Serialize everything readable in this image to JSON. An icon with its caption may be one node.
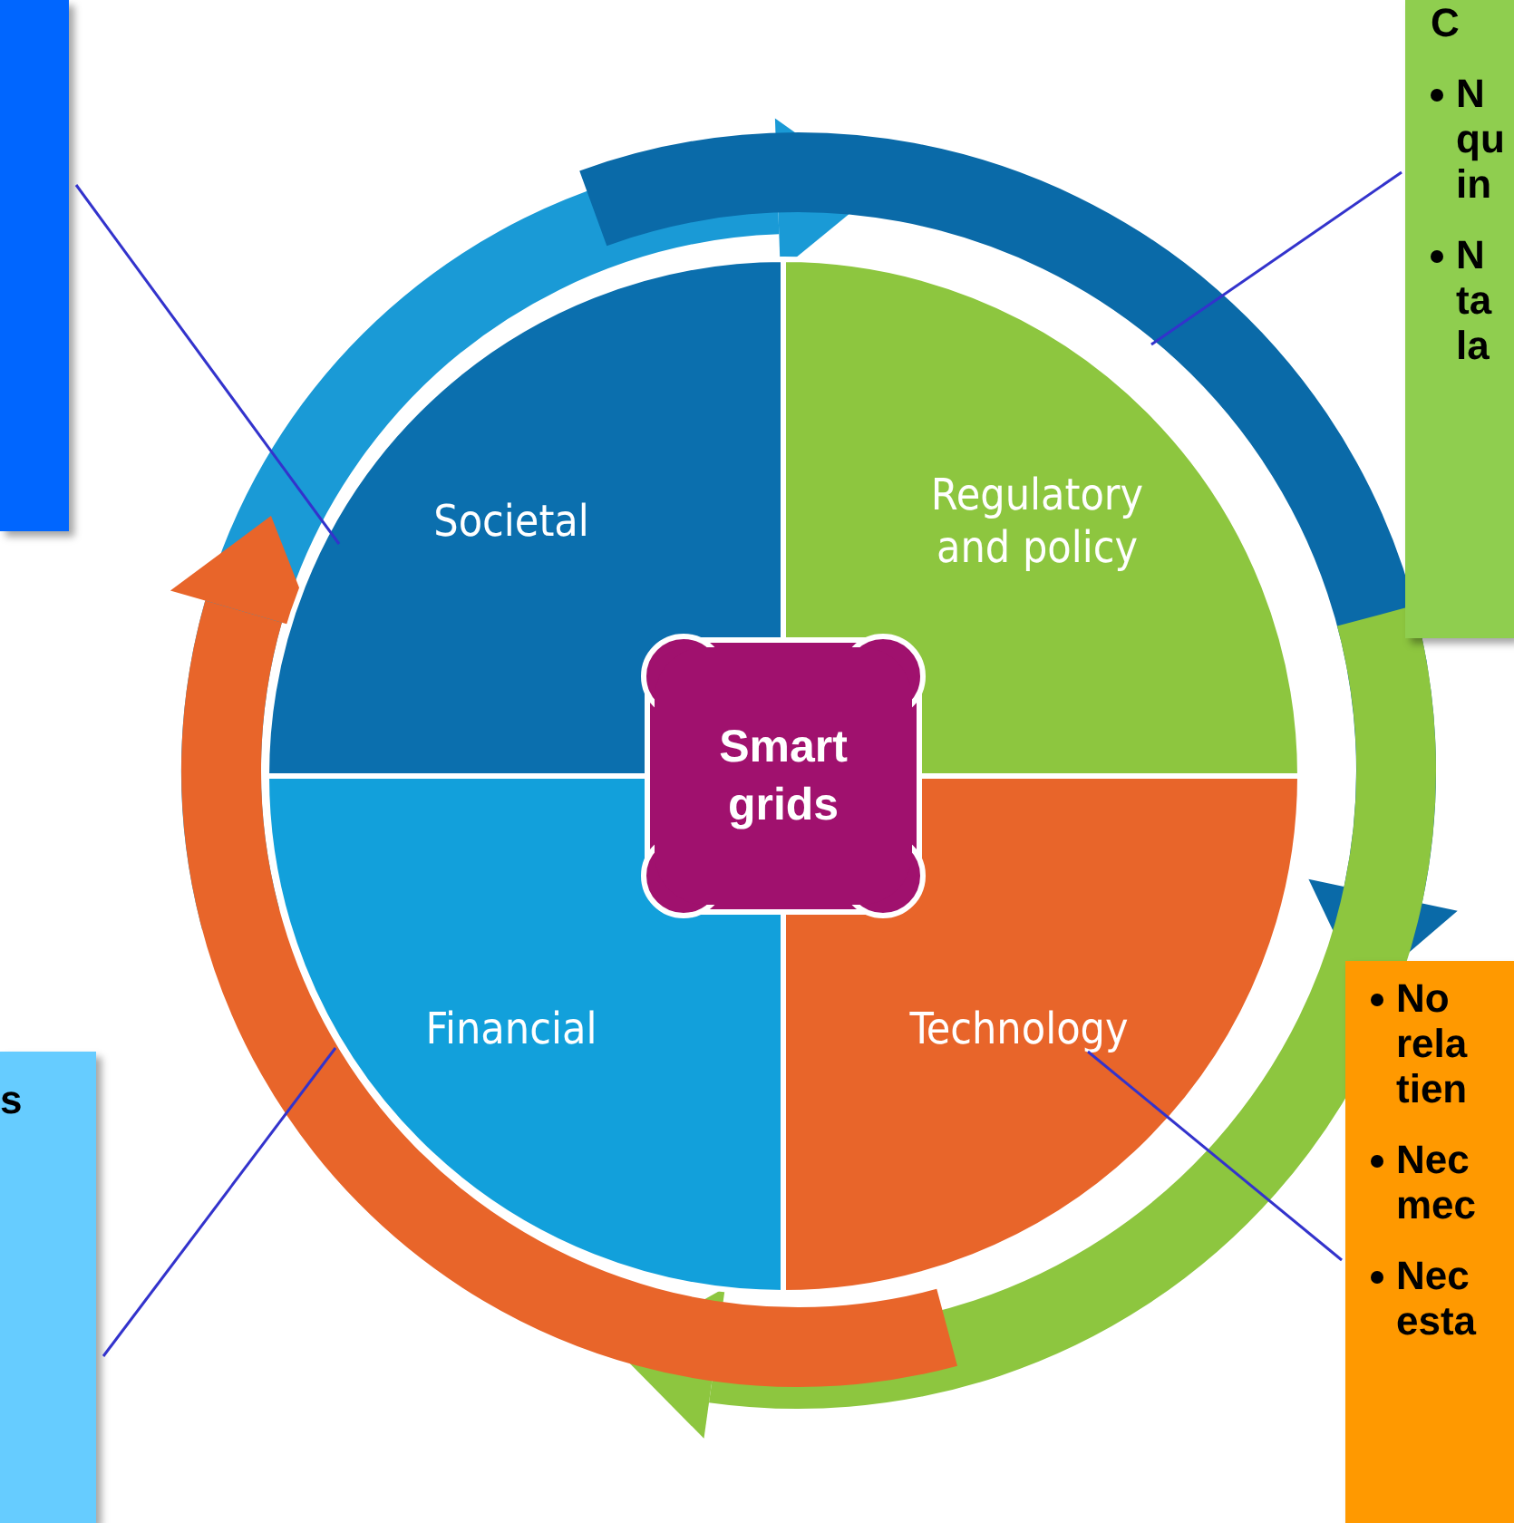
{
  "diagram": {
    "nodes": [
      {
        "text": [],
        "shape": "box"
      },
      {
        "text": [
          "C",
          "N qu in",
          "N ta la"
        ]
      },
      {
        "text": [
          "No rela tien",
          "Nec mec",
          "Nec esta"
        ]
      },
      {
        "text": [
          "s"
        ]
      },
      {
        "text": [
          "Smart grids"
        ]
      },
      {
        "text": [
          "Societal"
        ]
      },
      {
        "text": [
          "Regulatory and policy"
        ]
      },
      {
        "text": [
          "Financial"
        ]
      },
      {
        "text": [
          "Technology"
        ]
      }
    ],
    "edges": [
      {
        "from": 0,
        "to": 5,
        "arrow": "none"
      },
      {
        "from": 1,
        "to": 6,
        "arrow": "none"
      },
      {
        "from": 2,
        "to": 8,
        "arrow": "none"
      },
      {
        "from": 3,
        "to": 7,
        "arrow": "none"
      }
    ]
  }
}
